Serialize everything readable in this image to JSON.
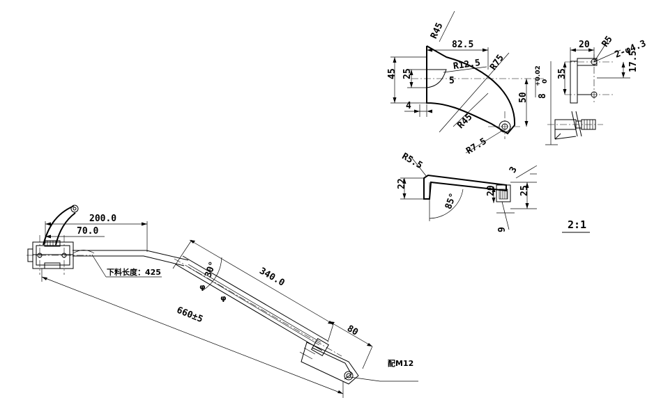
{
  "main_view": {
    "dim_200": "200.0",
    "dim_70": "70.0",
    "dim_340": "340.0",
    "dim_660": "660±5",
    "dim_80": "80",
    "angle_30": "30°",
    "cut_length": "下料长度：425",
    "thread_note": "配M12",
    "phi_a": "φ",
    "phi_b": "φ"
  },
  "detail_bracket": {
    "r45_top": "R45",
    "dim_82_5": "82.5",
    "r12_5": "R12.5",
    "r75": "R75",
    "dim_45": "45",
    "dim_25": "25",
    "dim_5": "5",
    "dim_4": "4",
    "dim_50": "50",
    "tol_upper": "+0.02",
    "tol_lower": "0",
    "dim_8": "8",
    "r45_mid": "R45",
    "r7_5": "R7.5"
  },
  "detail_side": {
    "dim_20": "20",
    "r5": "R5",
    "holes": "2-φ4.3",
    "dim_35": "35",
    "dim_17_5": "17.5"
  },
  "detail_lever": {
    "r5_5": "R5.5",
    "dim_3": "3",
    "dim_22": "22",
    "angle_85": "85°",
    "dim_20": "20",
    "dim_25": "25",
    "dim_9": "9"
  },
  "scale_label": "2:1"
}
